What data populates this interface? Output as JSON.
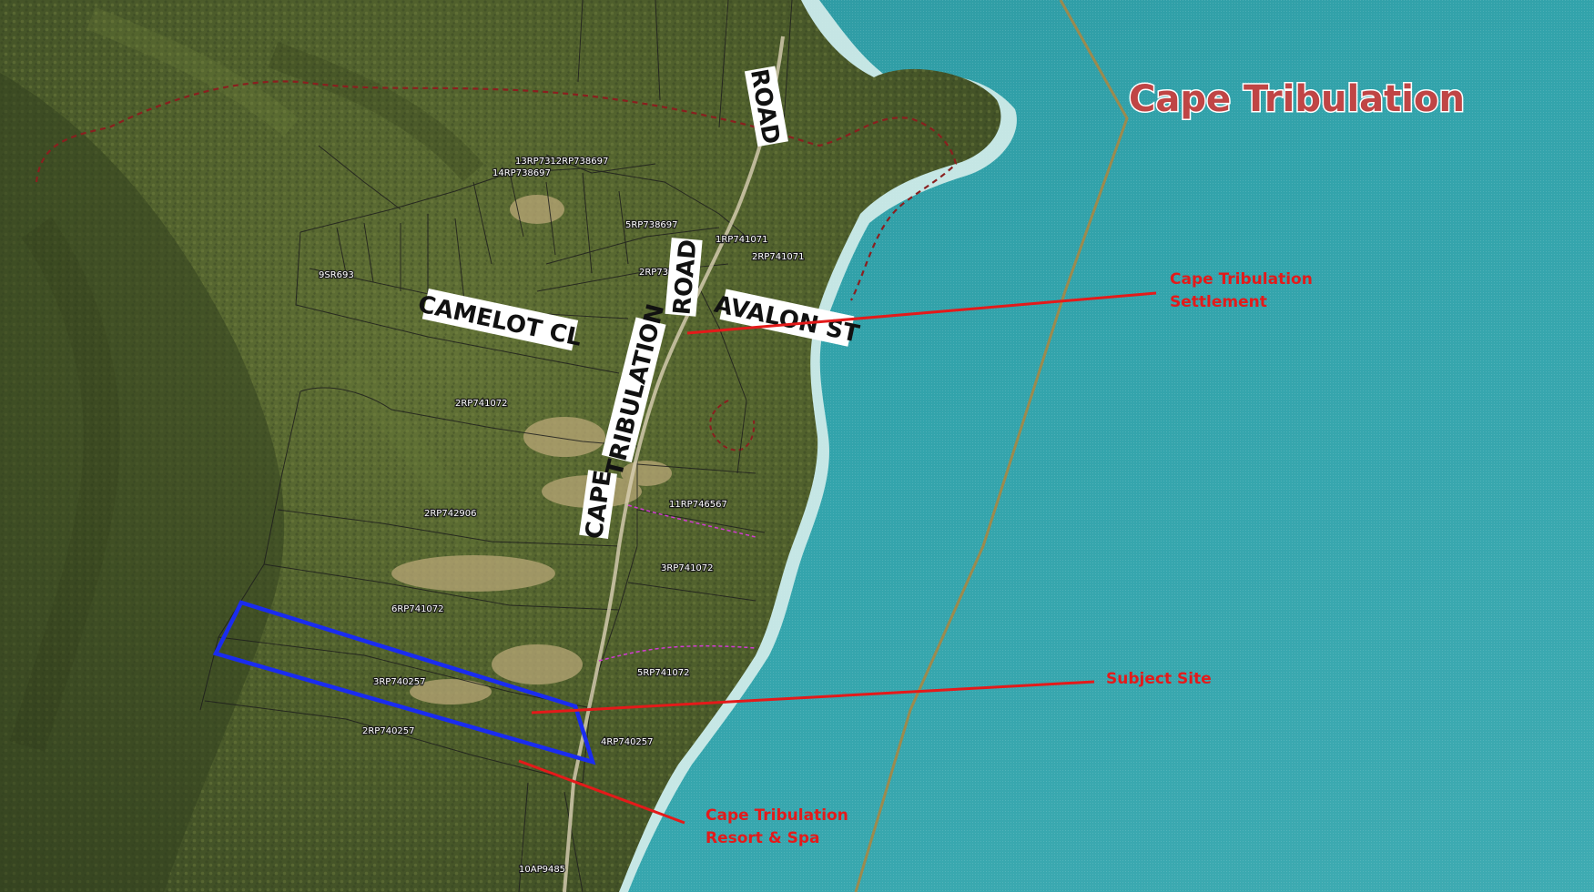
{
  "map": {
    "title": "Cape Tribulation",
    "roads": {
      "road_north": "ROAD",
      "road_mid": "ROAD",
      "camelot": "CAMELOT CL",
      "avalon": "AVALON ST",
      "tribulation": "TRIBULATION",
      "cape": "CAPE"
    },
    "lots": [
      "13RP7312RP738697",
      "14RP738697",
      "5RP738697",
      "1RP741071",
      "2RP741071",
      "2RP737058",
      "9SR693",
      "2RP741072",
      "2RP742906",
      "11RP746567",
      "3RP741072",
      "6RP741072",
      "3RP740257",
      "5RP741072",
      "2RP740257",
      "4RP740257",
      "10AP9485"
    ],
    "callouts": {
      "settlement_line1": "Cape Tribulation",
      "settlement_line2": "Settlement",
      "subject_site": "Subject Site",
      "resort_line1": "Cape Tribulation",
      "resort_line2": "Resort & Spa"
    },
    "colors": {
      "sea": "#2f9ea5",
      "forest": "#4d5e2b",
      "callout": "#e41a1a",
      "subject_boundary": "#1a2cf0",
      "title": "#c04545",
      "zone_line": "#9c8a4e",
      "reserve_boundary": "#8a1f1f"
    }
  }
}
